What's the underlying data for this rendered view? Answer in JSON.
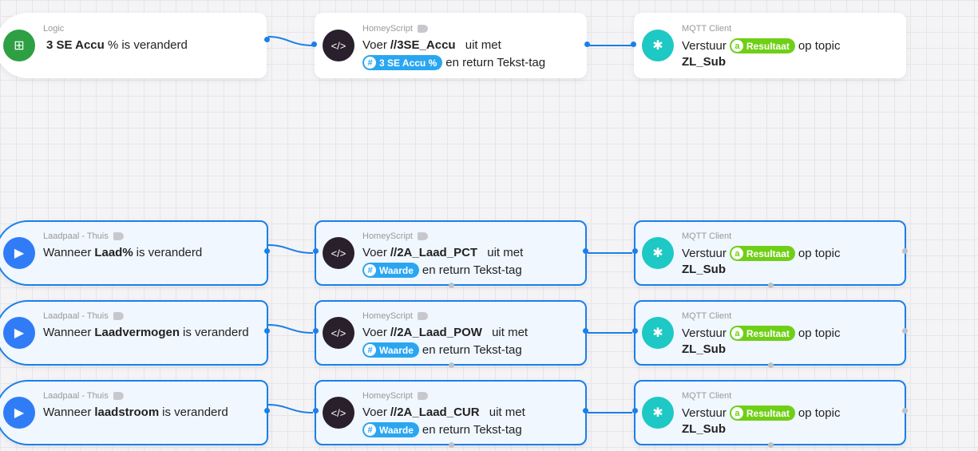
{
  "colors": {
    "accent": "#1c7fe8",
    "logic": "#2ea043",
    "script": "#2a1f2d",
    "mqtt": "#1ec8c4",
    "trigger": "#2f7cf6",
    "number_tag": "#2aa6f0",
    "text_tag": "#6fcf17"
  },
  "rows": [
    {
      "selected": false,
      "trigger": {
        "app": "Logic",
        "icon": "logic-icon",
        "text_bold": "3 SE Accu",
        "text": "% is veranderd",
        "prefix": ""
      },
      "script": {
        "app": "HomeyScript",
        "pre": "Voer",
        "name": "//3SE_Accu",
        "post": "uit met",
        "tag": "3 SE Accu %",
        "tail": "en return Tekst-tag"
      },
      "mqtt": {
        "app": "MQTT Client",
        "pre": "Verstuur",
        "tag": "Resultaat",
        "post": "op topic",
        "topic": "ZL_Sub"
      }
    },
    {
      "selected": true,
      "trigger": {
        "app": "Laadpaal - Thuis",
        "icon": "play-icon",
        "prefix": "Wanneer",
        "text_bold": "Laad%",
        "text": "is veranderd"
      },
      "script": {
        "app": "HomeyScript",
        "pre": "Voer",
        "name": "//2A_Laad_PCT",
        "post": "uit met",
        "tag": "Waarde",
        "tail": "en return Tekst-tag"
      },
      "mqtt": {
        "app": "MQTT Client",
        "pre": "Verstuur",
        "tag": "Resultaat",
        "post": "op topic",
        "topic": "ZL_Sub"
      }
    },
    {
      "selected": true,
      "trigger": {
        "app": "Laadpaal - Thuis",
        "icon": "play-icon",
        "prefix": "Wanneer",
        "text_bold": "Laadvermogen",
        "text": "is veranderd"
      },
      "script": {
        "app": "HomeyScript",
        "pre": "Voer",
        "name": "//2A_Laad_POW",
        "post": "uit met",
        "tag": "Waarde",
        "tail": "en return Tekst-tag"
      },
      "mqtt": {
        "app": "MQTT Client",
        "pre": "Verstuur",
        "tag": "Resultaat",
        "post": "op topic",
        "topic": "ZL_Sub"
      }
    },
    {
      "selected": true,
      "trigger": {
        "app": "Laadpaal - Thuis",
        "icon": "play-icon",
        "prefix": "Wanneer",
        "text_bold": "laadstroom",
        "text": "is veranderd"
      },
      "script": {
        "app": "HomeyScript",
        "pre": "Voer",
        "name": "//2A_Laad_CUR",
        "post": "uit met",
        "tag": "Waarde",
        "tail": "en return Tekst-tag"
      },
      "mqtt": {
        "app": "MQTT Client",
        "pre": "Verstuur",
        "tag": "Resultaat",
        "post": "op topic",
        "topic": "ZL_Sub"
      }
    }
  ]
}
